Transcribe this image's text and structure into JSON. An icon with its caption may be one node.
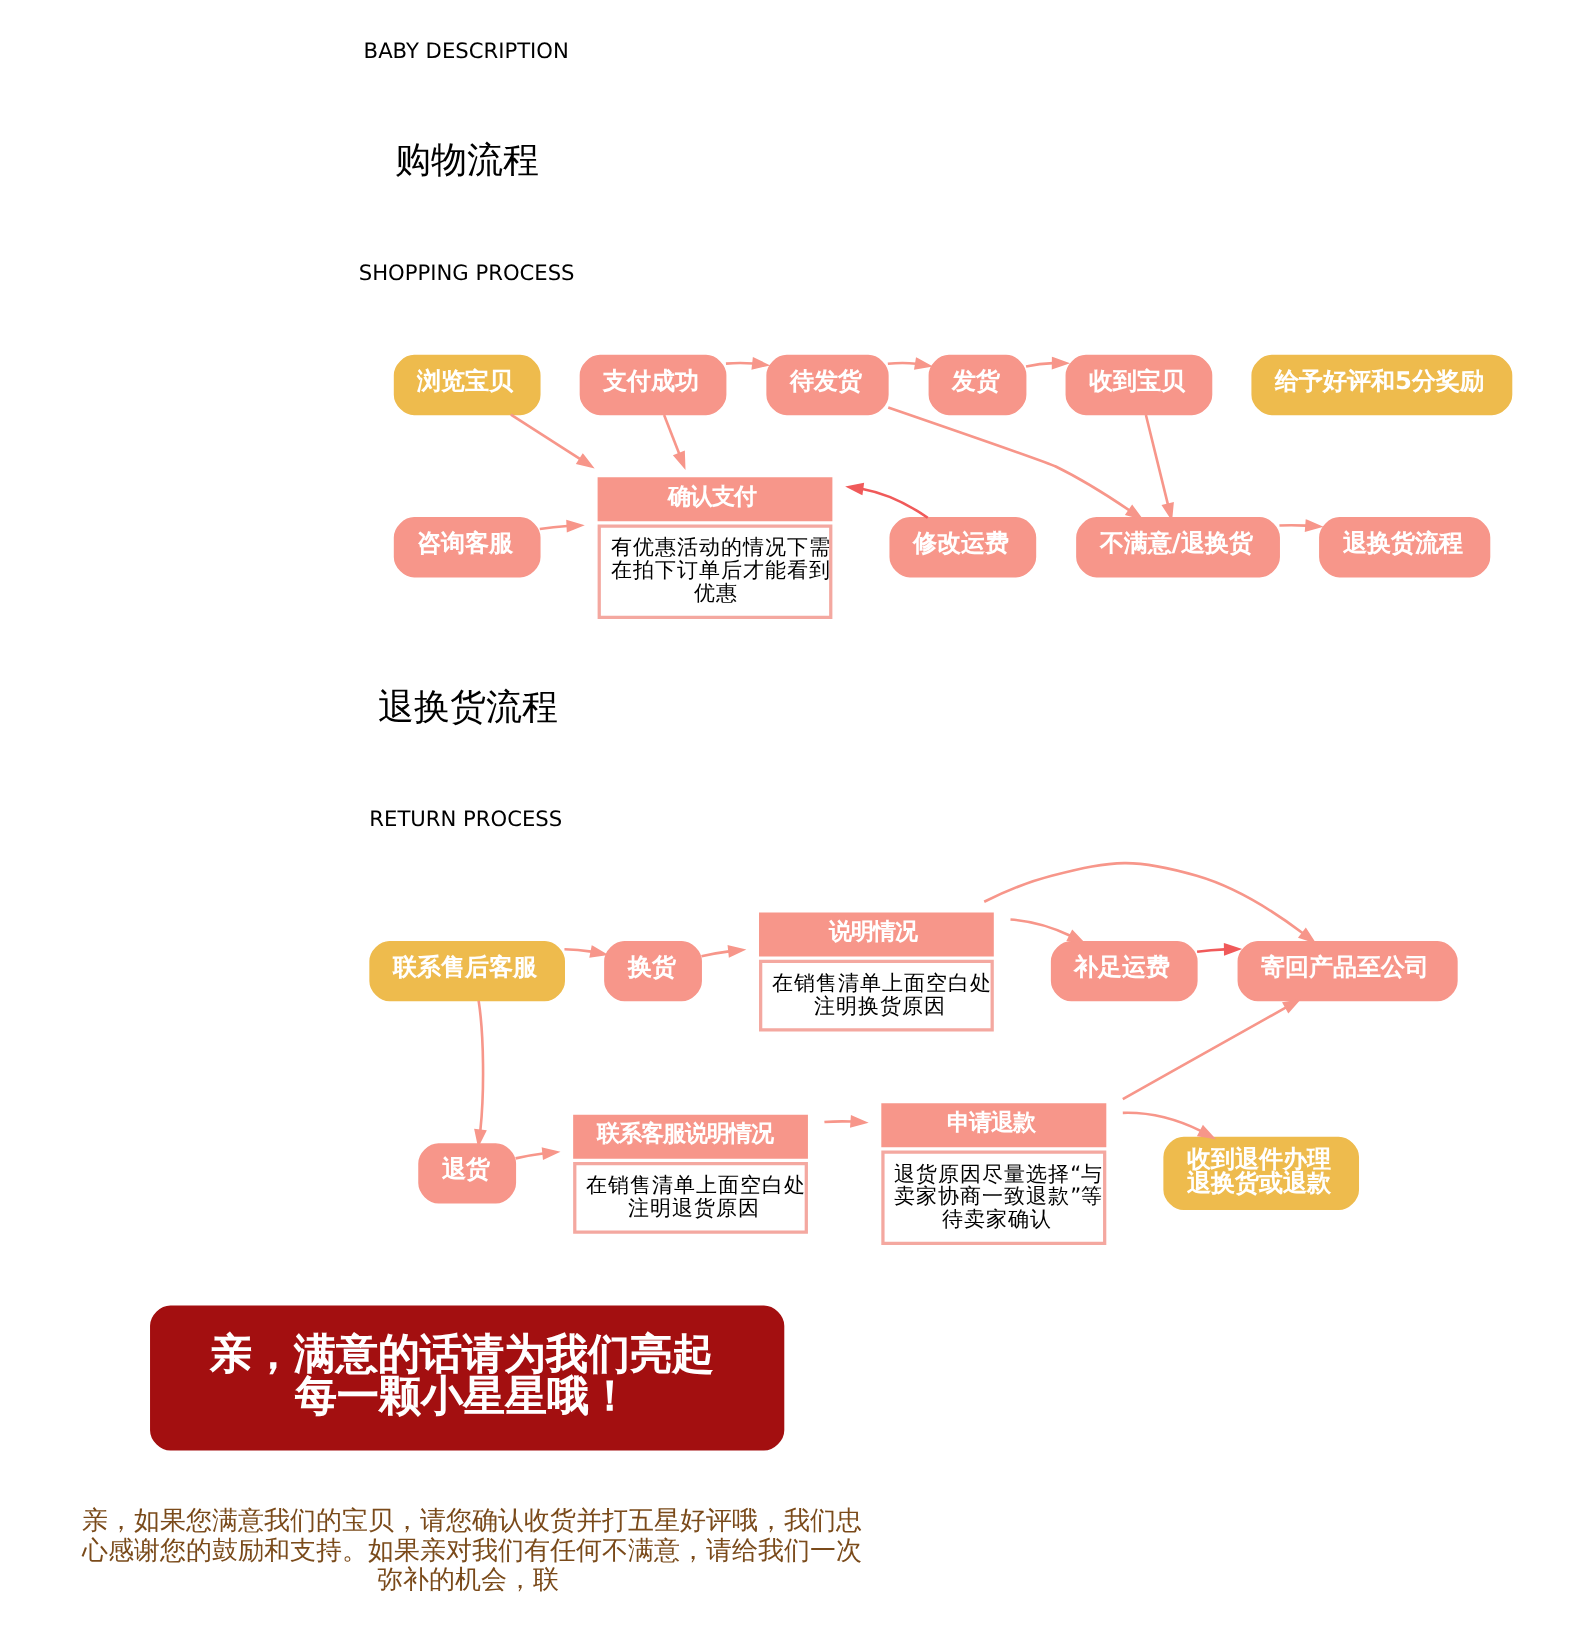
{
  "diagram": {
    "nodes": [
      {
        "text": [
          "浏览宝贝"
        ]
      },
      {
        "text": [
          "支付成功"
        ]
      },
      {
        "text": [
          "待发货"
        ]
      },
      {
        "text": [
          "发货"
        ]
      },
      {
        "text": [
          "收到宝贝"
        ]
      },
      {
        "text": [
          "给予好评和5分奖励"
        ]
      },
      {
        "text": [
          "确认支付",
          "有优惠活动的情况下需在拍下订单后才能看到优惠"
        ]
      },
      {
        "text": [
          "咨询客服"
        ]
      },
      {
        "text": [
          "修改运费"
        ]
      },
      {
        "text": [
          "不满意/退换货"
        ]
      },
      {
        "text": [
          "退换货流程"
        ]
      },
      {
        "text": [
          "联系售后客服"
        ]
      },
      {
        "text": [
          "换货"
        ]
      },
      {
        "text": [
          "说明情况",
          "在销售清单上面空白处注明换货原因"
        ]
      },
      {
        "text": [
          "补足运费"
        ]
      },
      {
        "text": [
          "寄回产品至公司"
        ]
      },
      {
        "text": [
          "退货"
        ]
      },
      {
        "text": [
          "联系客服说明情况",
          "在销售清单上面空白处注明退货原因"
        ]
      },
      {
        "text": [
          "申请退款",
          "退货原因尽量选择“与卖家协商一致退款”等待卖家确认"
        ]
      },
      {
        "text": [
          "收到退件办理退换货或退款"
        ]
      },
      {
        "text": [
          "亲，满意的话请为我们亮起每一颗小星星哦！"
        ]
      }
    ],
    "edges": [
      {
        "from": 0,
        "to": 6,
        "arrow": "to"
      },
      {
        "from": 1,
        "to": 6,
        "arrow": "to"
      },
      {
        "from": 1,
        "to": 2,
        "arrow": "to"
      },
      {
        "from": 2,
        "to": 3,
        "arrow": "to"
      },
      {
        "from": 3,
        "to": 4,
        "arrow": "to"
      },
      {
        "from": 2,
        "to": 9,
        "arrow": "to"
      },
      {
        "from": 4,
        "to": 9,
        "arrow": "to"
      },
      {
        "from": 9,
        "to": 10,
        "arrow": "to"
      },
      {
        "from": 7,
        "to": 6,
        "arrow": "to"
      },
      {
        "from": 8,
        "to": 6,
        "arrow": "to",
        "color": "#f05a5a"
      },
      {
        "from": 11,
        "to": 12,
        "arrow": "to"
      },
      {
        "from": 11,
        "to": 16,
        "arrow": "to"
      },
      {
        "from": 12,
        "to": 13,
        "arrow": "to"
      },
      {
        "from": 13,
        "to": 14,
        "arrow": "to"
      },
      {
        "from": 13,
        "to": 15,
        "arrow": "to"
      },
      {
        "from": 14,
        "to": 15,
        "arrow": "to",
        "color": "#f05a5a"
      },
      {
        "from": 16,
        "to": 17,
        "arrow": "to"
      },
      {
        "from": 17,
        "to": 18,
        "arrow": "to"
      },
      {
        "from": 18,
        "to": 19,
        "arrow": "to"
      },
      {
        "from": 18,
        "to": 15,
        "arrow": "to"
      }
    ],
    "labels": [
      "BABY DESCRIPTION",
      "购物流程",
      "SHOPPING PROCESS",
      "退换货流程",
      "RETURN PROCESS",
      "亲，如果您满意我们的宝贝，请您确认收货并打五星好评哦，我们忠心感谢您的鼓励和支持。如果亲对我们有任何不满意，请给我们一次弥补的机会，联"
    ]
  }
}
